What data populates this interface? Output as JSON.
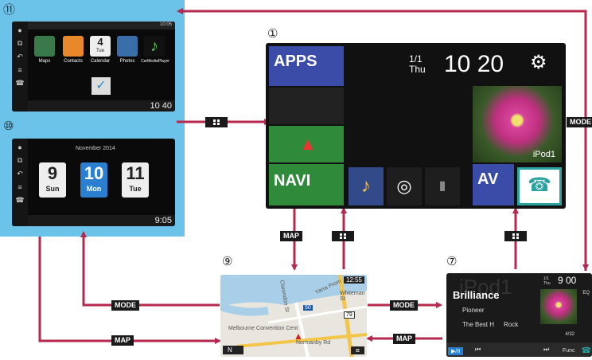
{
  "labels": {
    "screen_11": "⑪",
    "screen_10": "⑩",
    "screen_1": "①",
    "screen_9": "⑨",
    "screen_7": "⑦"
  },
  "buttons": {
    "mode": "MODE",
    "map": "MAP"
  },
  "screen11": {
    "apps": [
      "Maps",
      "Contacts",
      "Calendar",
      "Photos",
      "CarMediaPlayer"
    ],
    "calendar_num": "4",
    "calendar_day": "Tue",
    "time": "10 40",
    "status_time": "10:05"
  },
  "screen10": {
    "month": "November 2014",
    "days": [
      {
        "d": "9",
        "w": "Sun"
      },
      {
        "d": "10",
        "w": "Mon"
      },
      {
        "d": "11",
        "w": "Tue"
      }
    ],
    "time": "9:05"
  },
  "screen1": {
    "apps_label": "APPS",
    "navi_label": "NAVI",
    "av_label": "AV",
    "date": "1/1",
    "weekday": "Thu",
    "time": "10 20",
    "source": "iPod1"
  },
  "screen9": {
    "time": "12:55",
    "streets": [
      "Yarra Prom",
      "Whiteman St",
      "Clarendon St",
      "Normanby Rd",
      "Melbourne Convention Cent"
    ],
    "compass": "N",
    "road_num": "50",
    "route_badge": "79"
  },
  "screen7": {
    "source": "iPod1",
    "title": "Brilliance",
    "artist": "Pioneer",
    "album": "The Best H",
    "genre": "Rock",
    "date": "1/1",
    "weekday": "Thu",
    "time": "9 00",
    "track": "4/32",
    "func": "Func",
    "eq": "EQ"
  },
  "colors": {
    "arrow": "#b5294e",
    "highlight": "#6cc3ea",
    "tile_blue": "#3a4ba8",
    "tile_green": "#2f8a3a"
  }
}
